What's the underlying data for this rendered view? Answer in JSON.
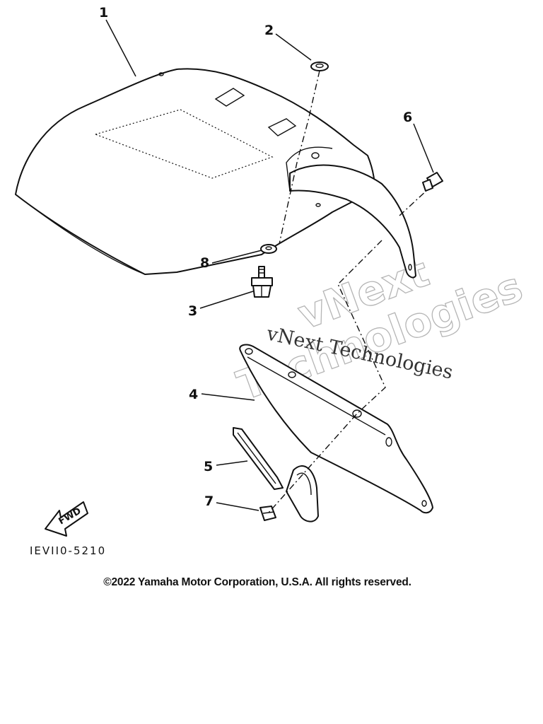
{
  "callouts": [
    {
      "number": "1",
      "part": "rear-fender"
    },
    {
      "number": "2",
      "part": "grommet"
    },
    {
      "number": "3",
      "part": "bolt"
    },
    {
      "number": "4",
      "part": "license-plate-bracket"
    },
    {
      "number": "5",
      "part": "reflector-bracket"
    },
    {
      "number": "6",
      "part": "bolt"
    },
    {
      "number": "7",
      "part": "nut"
    },
    {
      "number": "8",
      "part": "washer"
    }
  ],
  "direction_label": "FWD",
  "diagram_code": "IEVII0-5210",
  "watermark": {
    "outline_line1": "vNext",
    "outline_line2": "Technologies",
    "serif_text": "vNext Technologies"
  },
  "copyright": "©2022 Yamaha Motor Corporation, U.S.A. All rights reserved."
}
